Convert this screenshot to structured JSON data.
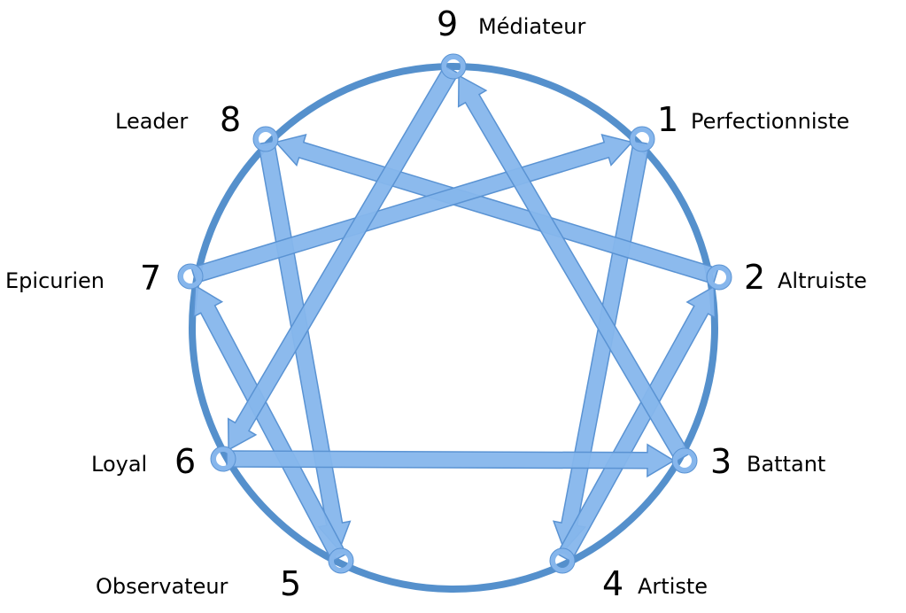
{
  "title": "Enneagram",
  "colors": {
    "ring": "#5590cc",
    "arrow_fill": "#86b6ec",
    "arrow_edge": "#5a93d3"
  },
  "types": [
    {
      "number": "1",
      "name": "Perfectionniste"
    },
    {
      "number": "2",
      "name": "Altruiste"
    },
    {
      "number": "3",
      "name": "Battant"
    },
    {
      "number": "4",
      "name": "Artiste"
    },
    {
      "number": "5",
      "name": "Observateur"
    },
    {
      "number": "6",
      "name": "Loyal"
    },
    {
      "number": "7",
      "name": "Epicurien"
    },
    {
      "number": "8",
      "name": "Leader"
    },
    {
      "number": "9",
      "name": "Médiateur"
    }
  ],
  "arrows": [
    {
      "from": "1",
      "to": "4"
    },
    {
      "from": "4",
      "to": "2"
    },
    {
      "from": "2",
      "to": "8"
    },
    {
      "from": "8",
      "to": "5"
    },
    {
      "from": "5",
      "to": "7"
    },
    {
      "from": "7",
      "to": "1"
    },
    {
      "from": "9",
      "to": "6"
    },
    {
      "from": "6",
      "to": "3"
    },
    {
      "from": "3",
      "to": "9"
    }
  ]
}
